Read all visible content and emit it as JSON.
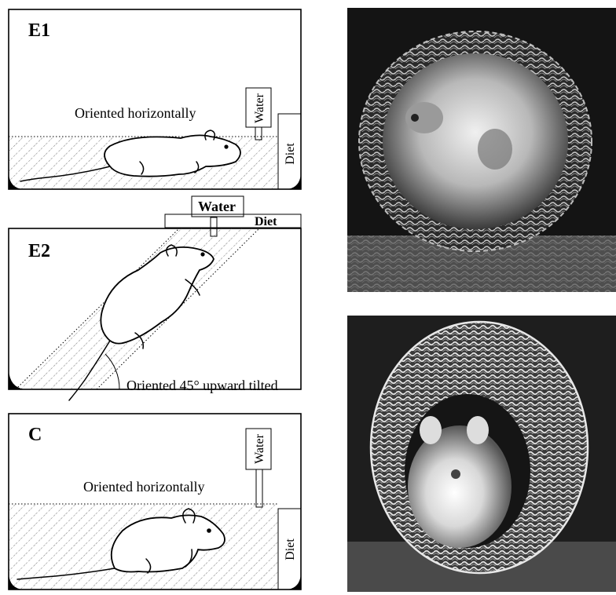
{
  "panels": {
    "e1": {
      "id": "E1",
      "orientation": "Oriented horizontally",
      "water": "Water",
      "diet": "Diet"
    },
    "e2": {
      "id": "E2",
      "orientation": "Oriented 45°  upward tilted",
      "water": "Water",
      "diet": "Diet"
    },
    "c": {
      "id": "C",
      "orientation": "Oriented horizontally",
      "water": "Water",
      "diet": "Diet"
    }
  },
  "photos": [
    {
      "subject": "hamster in a woven basket, viewed from the side"
    },
    {
      "subject": "hamster in a woven basket, viewed from the front"
    }
  ],
  "colors": {
    "ink": "#000000",
    "background": "#ffffff"
  }
}
